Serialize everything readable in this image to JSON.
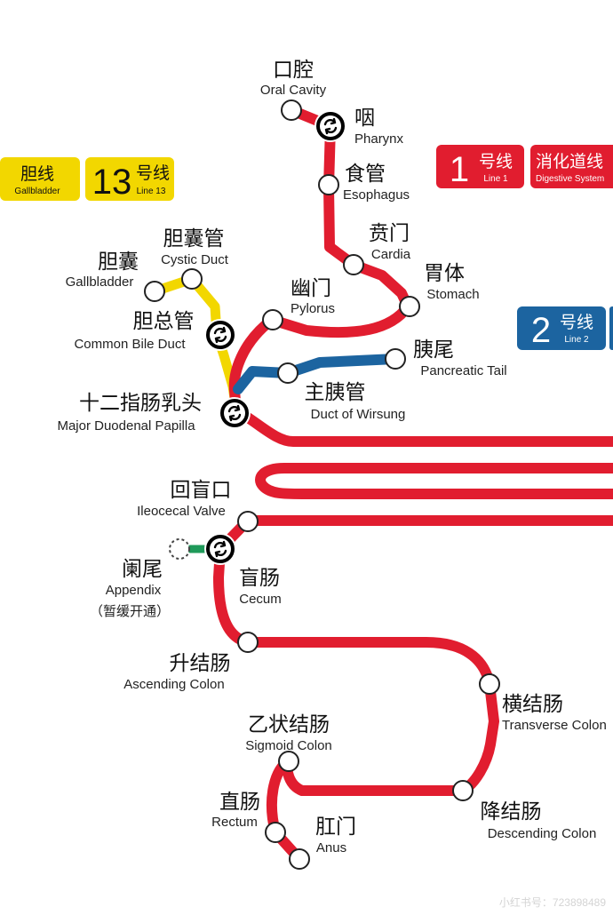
{
  "colors": {
    "line1": "#e11d2f",
    "line2": "#1c64a0",
    "line13": "#f2d700",
    "appendix_branch": "#1f9a5a",
    "station_fill": "#ffffff",
    "interchange_fill": "#000000"
  },
  "badges": {
    "gallbladder_line": {
      "zh": "胆线",
      "en": "Gallbladder"
    },
    "line13": {
      "number": "13",
      "zh": "号线",
      "en": "Line 13"
    },
    "line1": {
      "number": "1",
      "zh": "号线",
      "en": "Line 1"
    },
    "digestive_system": {
      "zh": "消化道线",
      "en": "Digestive System"
    },
    "line2": {
      "number": "2",
      "zh": "号线",
      "en": "Line 2"
    }
  },
  "stations": {
    "oral_cavity": {
      "zh": "口腔",
      "en": "Oral Cavity"
    },
    "pharynx": {
      "zh": "咽",
      "en": "Pharynx",
      "icon": "interchange-icon"
    },
    "esophagus": {
      "zh": "食管",
      "en": "Esophagus"
    },
    "cardia": {
      "zh": "贲门",
      "en": "Cardia"
    },
    "stomach": {
      "zh": "胃体",
      "en": "Stomach"
    },
    "pylorus": {
      "zh": "幽门",
      "en": "Pylorus"
    },
    "cystic_duct": {
      "zh": "胆囊管",
      "en": "Cystic Duct"
    },
    "gallbladder": {
      "zh": "胆囊",
      "en": "Gallbladder"
    },
    "common_bile_duct": {
      "zh": "胆总管",
      "en": "Common Bile Duct",
      "icon": "interchange-icon"
    },
    "pancreatic_tail": {
      "zh": "胰尾",
      "en": "Pancreatic Tail"
    },
    "duct_of_wirsung": {
      "zh": "主胰管",
      "en": "Duct of Wirsung"
    },
    "major_duodenal_papilla": {
      "zh": "十二指肠乳头",
      "en": "Major Duodenal Papilla",
      "icon": "interchange-icon"
    },
    "ileocecal_valve": {
      "zh": "回盲口",
      "en": "Ileocecal Valve"
    },
    "appendix": {
      "zh": "阑尾",
      "en": "Appendix",
      "note": "（暂缓开通）"
    },
    "cecum": {
      "zh": "盲肠",
      "en": "Cecum",
      "icon": "interchange-icon"
    },
    "ascending_colon": {
      "zh": "升结肠",
      "en": "Ascending Colon"
    },
    "transverse_colon": {
      "zh": "横结肠",
      "en": "Transverse Colon"
    },
    "sigmoid_colon": {
      "zh": "乙状结肠",
      "en": "Sigmoid Colon"
    },
    "descending_colon": {
      "zh": "降结肠",
      "en": "Descending Colon"
    },
    "rectum": {
      "zh": "直肠",
      "en": "Rectum"
    },
    "anus": {
      "zh": "肛门",
      "en": "Anus"
    }
  },
  "watermark": "小红书号：723898489"
}
